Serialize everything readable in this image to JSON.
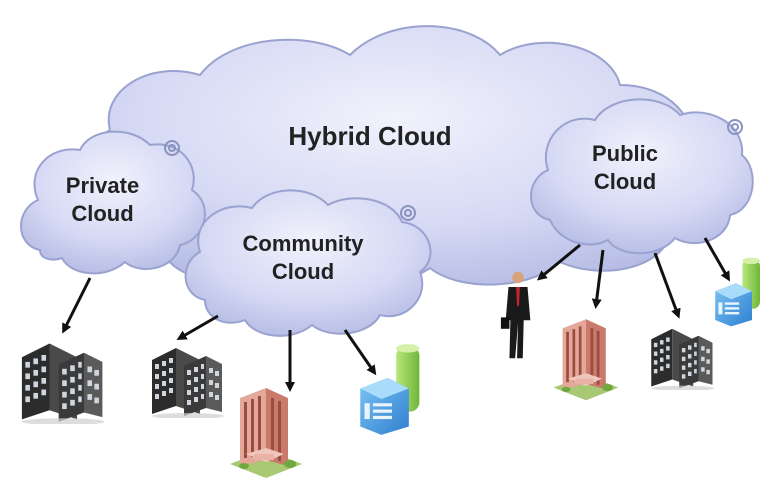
{
  "diagram": {
    "clouds": {
      "hybrid": {
        "label": "Hybrid Cloud"
      },
      "private": {
        "line1": "Private",
        "line2": "Cloud"
      },
      "community": {
        "line1": "Community",
        "line2": "Cloud"
      },
      "public": {
        "line1": "Public",
        "line2": "Cloud"
      }
    },
    "colors": {
      "cloud_fill_light": "#e3e6f8",
      "cloud_fill_dark": "#b9bfe6",
      "cloud_outline": "#9aa2cf",
      "arrow": "#111111",
      "office_dark": "#3a3a3a",
      "office_brick": "#d98a7a",
      "blue_building": "#3a8fd6",
      "green_tower": "#8fcf4f",
      "person_suit": "#1a1a1a",
      "person_shirt": "#c0272d"
    },
    "icons": [
      "office-building-icon",
      "office-building-icon",
      "brick-building-icon",
      "blue-building-icon",
      "businessman-icon",
      "brick-building-icon",
      "office-building-icon",
      "blue-building-icon"
    ]
  }
}
